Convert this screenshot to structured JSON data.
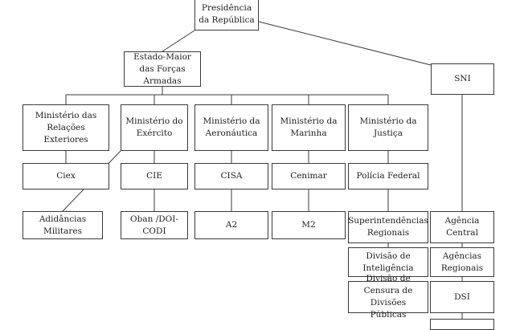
{
  "nodes": {
    "presidencia": "Presidência da República",
    "emfa": "Estado-Maior das Forças Armadas",
    "sni": "SNI",
    "mre": "Ministério das Relações Exteriores",
    "exercito": "Ministério do Exército",
    "aeronautica": "Ministério da Aeronáutica",
    "marinha": "Ministério da Marinha",
    "justica": "Ministério da Justiça",
    "ciex": "Ciex",
    "cie": "CIE",
    "cisa": "CISA",
    "cenimar": "Cenimar",
    "policia_federal": "Polícia Federal",
    "adidancias": "Adidâncias Militares",
    "oban": "Oban /DOI-CODI",
    "a2": "A2",
    "m2": "M2",
    "superintendencias": "Superintendências Regionais",
    "agencia_central": "Agência Central",
    "div_inteligencia": "Divisão de Inteligência",
    "agencias_regionais": "Agências Regionais",
    "div_censura": "Divisão de Censura de Divisões Públicas",
    "dsi": "DSI",
    "bottom_partial": ""
  },
  "colors": {
    "stroke": "#3a3a3a",
    "text": "#1e1e1e",
    "background": "#ffffff"
  }
}
